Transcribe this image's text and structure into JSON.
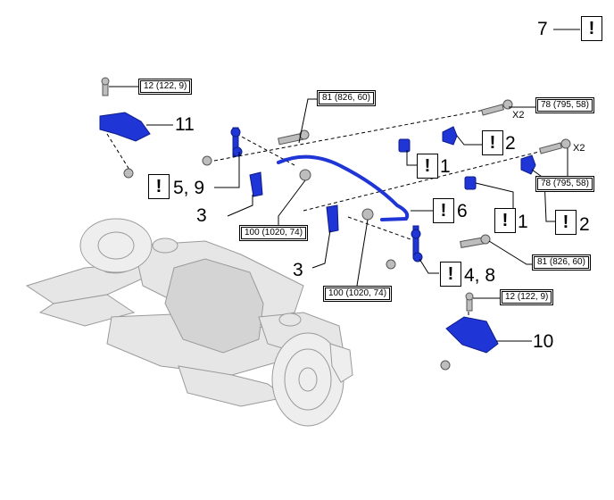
{
  "torque_specs": {
    "t1": "12 (122, 9)",
    "t2": "81 (826, 60)",
    "t3": "78 (795, 58)",
    "t4": "78 (795, 58)",
    "t5": "100 (1020, 74)",
    "t6": "100 (1020, 74)",
    "t7": "81 (826, 60)",
    "t8": "12 (122, 9)"
  },
  "multipliers": {
    "m1": "X2",
    "m2": "X2"
  },
  "callouts": {
    "c7": "7",
    "c11": "11",
    "c2a": "2",
    "c1a": "1",
    "c59": "5, 9",
    "c3a": "3",
    "c6": "6",
    "c1b": "1",
    "c2b": "2",
    "c3b": "3",
    "c48": "4, 8",
    "c10": "10"
  },
  "warning_glyph": "!",
  "colors": {
    "part_blue": "#1f35d6",
    "line": "#000000",
    "chassis": "#d9d9d9"
  }
}
